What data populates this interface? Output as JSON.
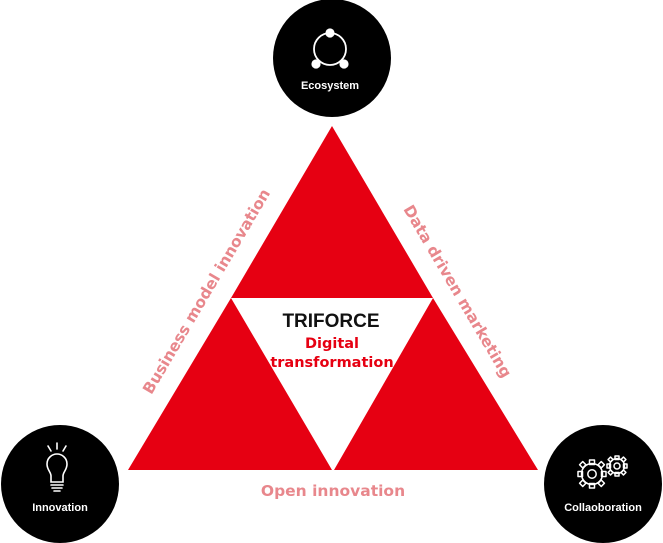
{
  "colors": {
    "triangle_red": "#e60012",
    "node_black": "#000000",
    "edge_label_pink": "#e8878c",
    "subtitle_red": "#e60012",
    "title_dark": "#111111",
    "icon_white": "#ffffff"
  },
  "center": {
    "title": "TRIFORCE",
    "subtitle_line1": "Digital",
    "subtitle_line2": "transformation"
  },
  "nodes": {
    "top": {
      "label": "Ecosystem",
      "icon": "ecosystem-cycle-icon"
    },
    "bottom_left": {
      "label": "Innovation",
      "icon": "lightbulb-icon"
    },
    "bottom_right": {
      "label": "Collaoboration",
      "icon": "gears-icon"
    }
  },
  "edges": {
    "left": "Business model innovation",
    "right": "Data driven marketing",
    "bottom": "Open innovation"
  }
}
